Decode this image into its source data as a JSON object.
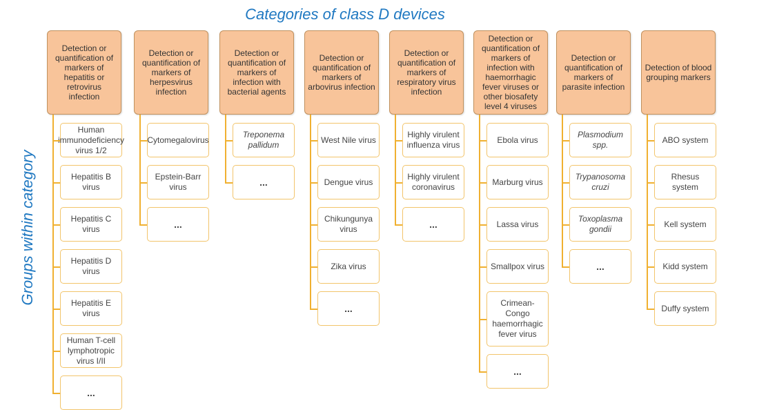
{
  "title": "Categories of class D devices",
  "side_title": "Groups within category",
  "categories": [
    {
      "label": "Detection or quantification of markers of hepatitis or retrovirus infection",
      "groups": [
        "Human immunodeficiency virus 1/2",
        "Hepatitis B virus",
        "Hepatitis C virus",
        "Hepatitis D virus",
        "Hepatitis E virus",
        "Human T-cell lymphotropic virus I/II",
        "..."
      ]
    },
    {
      "label": "Detection or quantification of markers of herpesvirus infection",
      "groups": [
        "Cytomegalovirus",
        "Epstein-Barr virus",
        "..."
      ]
    },
    {
      "label": "Detection or quantification of markers of infection with bacterial agents",
      "groups": [
        "Treponema pallidum",
        "..."
      ]
    },
    {
      "label": "Detection or quantification of markers of arbovirus infection",
      "groups": [
        "West Nile virus",
        "Dengue virus",
        "Chikungunya virus",
        "Zika virus",
        "..."
      ]
    },
    {
      "label": "Detection or quantification of markers of respiratory virus infection",
      "groups": [
        "Highly virulent influenza virus",
        "Highly virulent coronavirus",
        "..."
      ]
    },
    {
      "label": "Detection or quantification of markers of infection with haemorrhagic fever viruses or other biosafety level 4 viruses",
      "groups": [
        "Ebola virus",
        "Marburg virus",
        "Lassa virus",
        "Smallpox virus",
        "Crimean-Congo haemorrhagic fever virus",
        "..."
      ]
    },
    {
      "label": "Detection or quantification of markers of parasite infection",
      "groups": [
        "Plasmodium spp.",
        "Trypanosoma cruzi",
        "Toxoplasma gondii",
        "..."
      ]
    },
    {
      "label": "Detection of blood grouping markers",
      "groups": [
        "ABO system",
        "Rhesus system",
        "Kell system",
        "Kidd system",
        "Duffy system"
      ]
    }
  ],
  "colors": {
    "header_fill": "#f8c49a",
    "connector": "#f0b030",
    "title": "#1f78c1"
  }
}
